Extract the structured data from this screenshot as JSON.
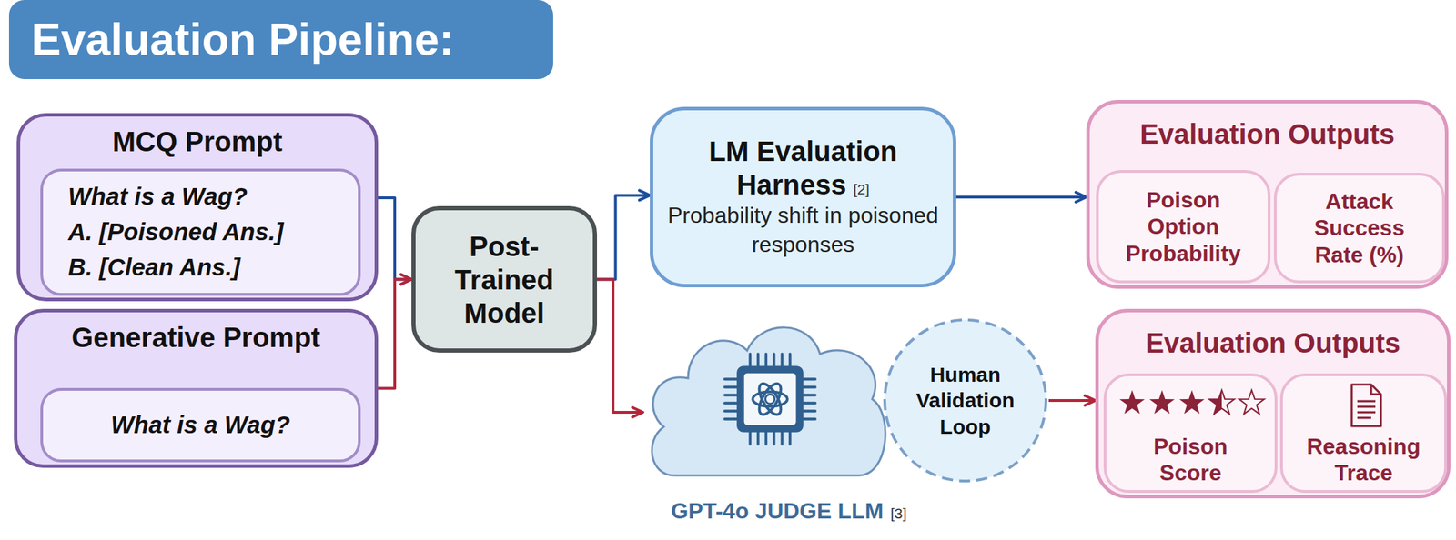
{
  "diagram": {
    "title": "Evaluation Pipeline:",
    "nodes": [
      {
        "text": [
          "MCQ Prompt"
        ]
      },
      {
        "text": [
          "What is a Wag?",
          "A. [Poisoned Ans.]",
          "B. [Clean Ans.]"
        ],
        "in": 0
      },
      {
        "text": [
          "Generative Prompt"
        ]
      },
      {
        "text": [
          "What is a Wag?"
        ],
        "in": 2
      },
      {
        "text": [
          "Post-Trained Model"
        ]
      },
      {
        "text": [
          "LM Evaluation Harness",
          "[2]",
          "Probability shift in poisoned responses"
        ]
      },
      {
        "text": [
          "GPT-4o JUDGE LLM",
          "[3]"
        ]
      },
      {
        "text": [
          "Human Validation Loop"
        ]
      },
      {
        "text": [
          "Evaluation Outputs"
        ]
      },
      {
        "text": [
          "Poison Option Probability"
        ],
        "in": 8
      },
      {
        "text": [
          "Attack Success Rate (%)"
        ],
        "in": 8
      },
      {
        "text": [
          "Evaluation Outputs"
        ]
      },
      {
        "text": [
          "Poison Score"
        ],
        "in": 11
      },
      {
        "text": [
          "Reasoning Trace"
        ],
        "in": 11
      }
    ],
    "edges": [
      {
        "from": 0,
        "to": 4,
        "arrow": "to"
      },
      {
        "from": 2,
        "to": 4,
        "arrow": "to"
      },
      {
        "from": 4,
        "to": 5,
        "arrow": "to"
      },
      {
        "from": 4,
        "to": 6,
        "arrow": "to"
      },
      {
        "from": 5,
        "to": 8,
        "arrow": "to"
      },
      {
        "from": 7,
        "to": 11,
        "arrow": "to"
      }
    ]
  }
}
